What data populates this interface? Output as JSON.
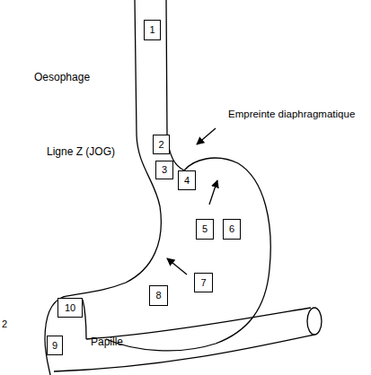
{
  "diagram": {
    "nodes": [
      {
        "text": [
          "1"
        ]
      },
      {
        "text": [
          "2"
        ]
      },
      {
        "text": [
          "3"
        ]
      },
      {
        "text": [
          "4"
        ]
      },
      {
        "text": [
          "5"
        ]
      },
      {
        "text": [
          "6"
        ]
      },
      {
        "text": [
          "7"
        ]
      },
      {
        "text": [
          "8"
        ]
      },
      {
        "text": [
          "9"
        ]
      },
      {
        "text": [
          "10"
        ]
      }
    ],
    "labels": [
      "Oesophage",
      "Empreinte diaphragmatique",
      "Ligne Z (JOG)",
      "Papille",
      "2"
    ]
  }
}
